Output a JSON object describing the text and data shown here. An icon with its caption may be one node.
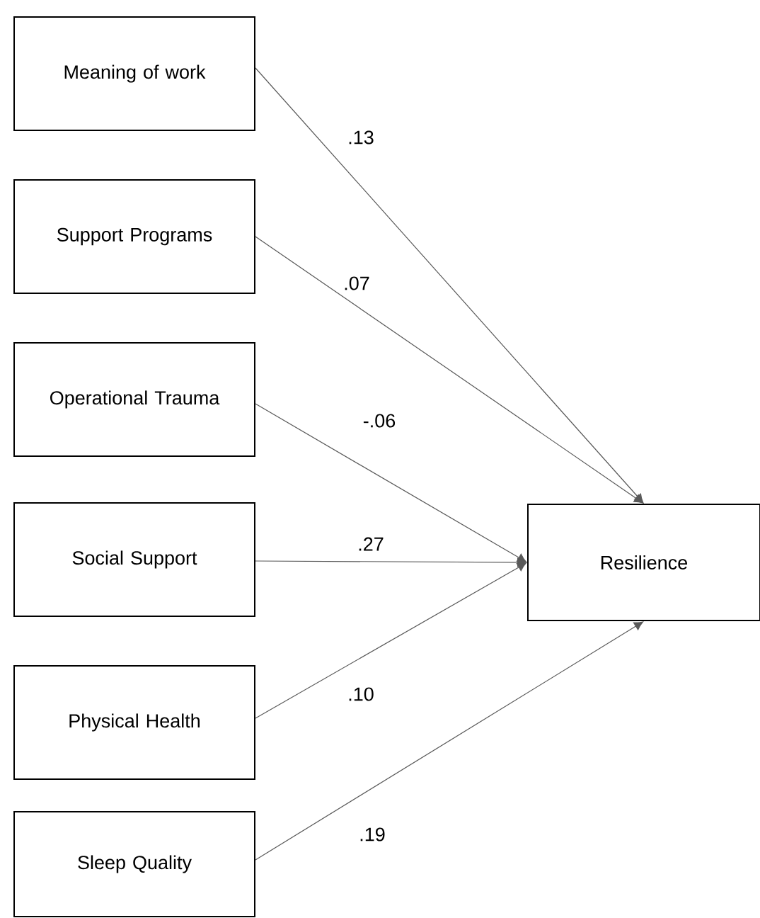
{
  "diagram": {
    "nodes": [
      {
        "text": [
          "Meaning of work"
        ]
      },
      {
        "text": [
          "Support Programs"
        ]
      },
      {
        "text": [
          "Operational Trauma"
        ]
      },
      {
        "text": [
          "Social Support"
        ]
      },
      {
        "text": [
          "Physical Health"
        ]
      },
      {
        "text": [
          "Sleep Quality"
        ]
      },
      {
        "text": [
          "Resilience"
        ]
      }
    ],
    "edges": [
      {
        "from": 0,
        "to": 6,
        "arrow": "to",
        "label": ".13"
      },
      {
        "from": 1,
        "to": 6,
        "arrow": "to",
        "label": ".07"
      },
      {
        "from": 2,
        "to": 6,
        "arrow": "to",
        "label": "-.06"
      },
      {
        "from": 3,
        "to": 6,
        "arrow": "to",
        "label": ".27"
      },
      {
        "from": 4,
        "to": 6,
        "arrow": "to",
        "label": ".10"
      },
      {
        "from": 5,
        "to": 6,
        "arrow": "to",
        "label": ".19"
      }
    ]
  }
}
